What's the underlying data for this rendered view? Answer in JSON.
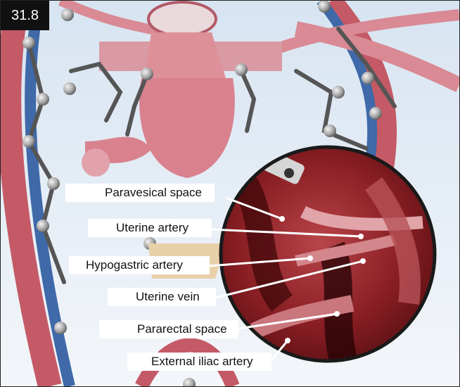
{
  "figure": {
    "number": "31.8"
  },
  "labels": [
    {
      "id": "paravesical",
      "text": "Paravesical space"
    },
    {
      "id": "uterine-artery",
      "text": "Uterine artery"
    },
    {
      "id": "hypogastric-artery",
      "text": "Hypogastric artery"
    },
    {
      "id": "uterine-vein",
      "text": "Uterine vein"
    },
    {
      "id": "pararectal",
      "text": "Pararectal space"
    },
    {
      "id": "external-iliac",
      "text": "External iliac artery"
    }
  ],
  "colors": {
    "background": "#e7eef6",
    "vessel_red": "#c45a66",
    "vessel_blue": "#3f69a8",
    "uterus_pink": "#d9828e",
    "node_grey": "#9a9a9a",
    "photo_red": "#8c1f22"
  }
}
